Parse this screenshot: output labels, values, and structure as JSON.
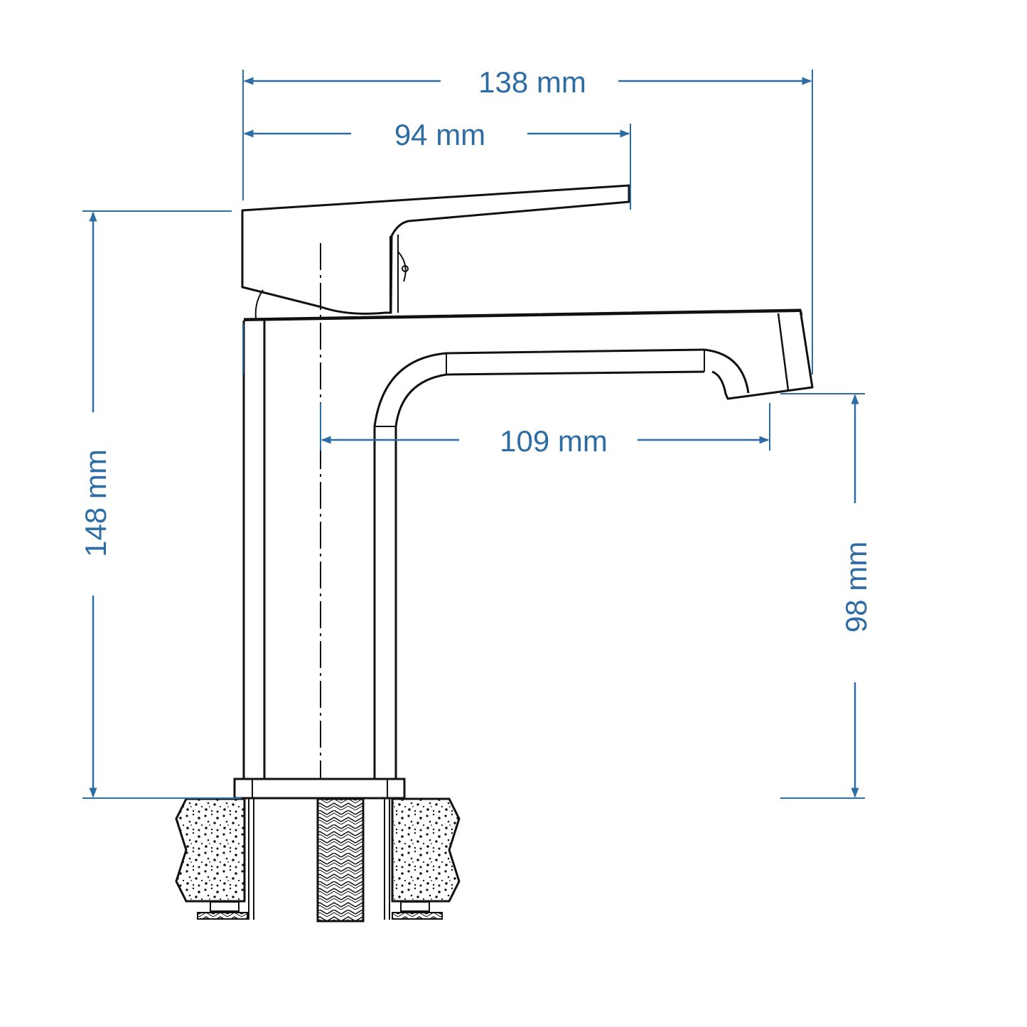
{
  "colors": {
    "dimension": "#2e6da4",
    "outline": "#111111",
    "background": "#ffffff"
  },
  "dimensions": {
    "overall_width": "138 mm",
    "handle_width": "94 mm",
    "spout_reach": "109 mm",
    "overall_height": "148 mm",
    "spout_height": "98 mm"
  }
}
